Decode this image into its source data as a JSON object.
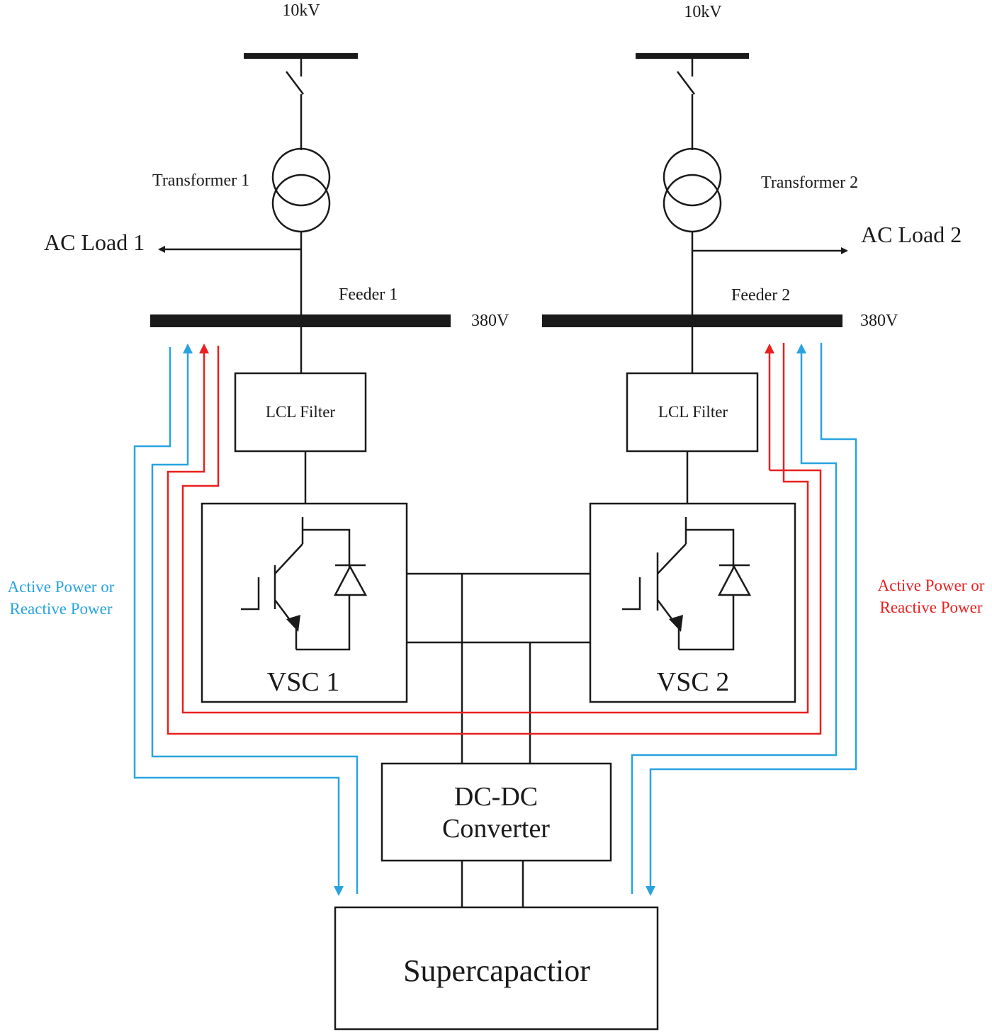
{
  "left": {
    "source_voltage": "10kV",
    "transformer": "Transformer 1",
    "ac_load": "AC Load 1",
    "feeder": "Feeder 1",
    "bus_voltage": "380V",
    "filter": "LCL Filter",
    "vsc": "VSC 1",
    "flow_label_line1": "Active Power or",
    "flow_label_line2": "Reactive Power",
    "flow_color": "#29a3e0"
  },
  "right": {
    "source_voltage": "10kV",
    "transformer": "Transformer 2",
    "ac_load": "AC Load 2",
    "feeder": "Feeder 2",
    "bus_voltage": "380V",
    "filter": "LCL Filter",
    "vsc": "VSC 2",
    "flow_label_line1": "Active Power or",
    "flow_label_line2": "Reactive Power",
    "flow_color": "#e8201f"
  },
  "converter": {
    "line1": "DC-DC",
    "line2": "Converter"
  },
  "storage": "Supercapactior",
  "colors": {
    "blue_flow": "#29a3e0",
    "red_flow": "#e8201f",
    "line": "#1a1a1a"
  }
}
